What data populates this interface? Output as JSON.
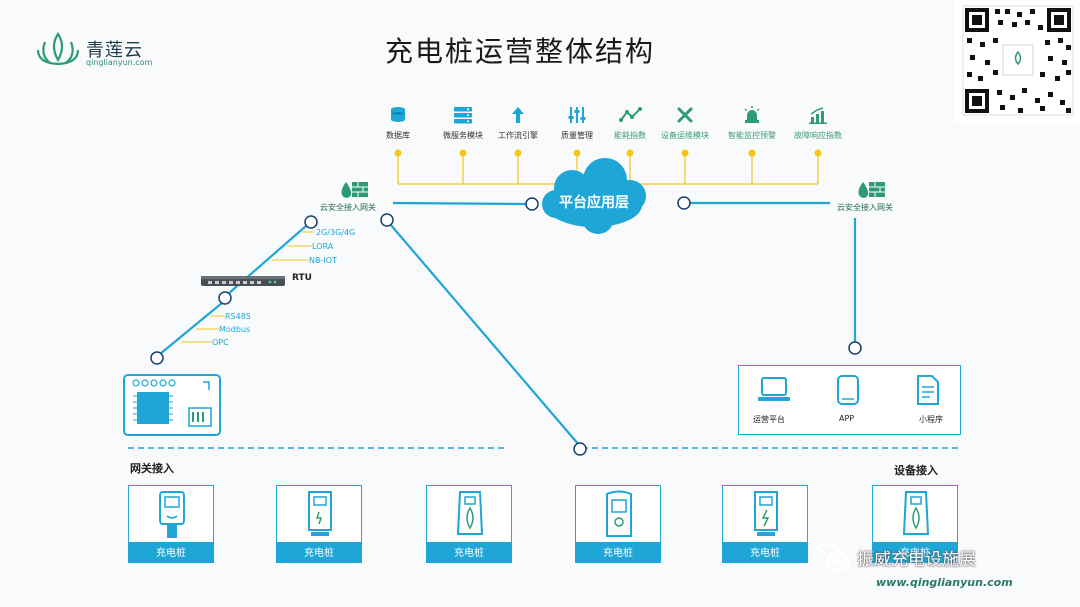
{
  "logo": {
    "name": "青莲云",
    "url": "qinglianyun.com"
  },
  "title": "充电桩运营整体结构",
  "platform": {
    "label": "平台应用层",
    "tools": [
      {
        "label": "数据库",
        "icon": "database-icon"
      },
      {
        "label": "微服务模块",
        "icon": "server-icon"
      },
      {
        "label": "工作流引擎",
        "icon": "arrow-up-icon"
      },
      {
        "label": "质量管理",
        "icon": "sliders-icon"
      },
      {
        "label": "能耗指数",
        "icon": "line-trend-icon"
      },
      {
        "label": "设备运维模块",
        "icon": "wrench-icon"
      },
      {
        "label": "智能监控预警",
        "icon": "alarm-light-icon"
      },
      {
        "label": "故障响应指数",
        "icon": "bar-chart-icon"
      }
    ]
  },
  "gateways": {
    "left": "云安全接入网关",
    "right": "云安全接入网关"
  },
  "rtu": {
    "label": "RTU",
    "upstream": [
      "2G/3G/4G",
      "LORA",
      "NB-IOT"
    ],
    "downstream": [
      "RS485",
      "Modbus",
      "OPC"
    ]
  },
  "terminals": [
    {
      "label": "运营平台",
      "icon": "laptop-icon"
    },
    {
      "label": "APP",
      "icon": "tablet-icon"
    },
    {
      "label": "小程序",
      "icon": "document-icon"
    }
  ],
  "sections": {
    "gateway_access": "网关接入",
    "device_access": "设备接入"
  },
  "stations": [
    "充电桩",
    "充电桩",
    "充电桩",
    "充电桩",
    "充电桩",
    "充电桩"
  ],
  "watermark": {
    "name": "振威充电设施展",
    "url": "www.qinglianyun.com"
  },
  "colors": {
    "accent": "#1da6d6",
    "brand_green": "#2e9b78",
    "connector_yellow": "#f5c518"
  }
}
